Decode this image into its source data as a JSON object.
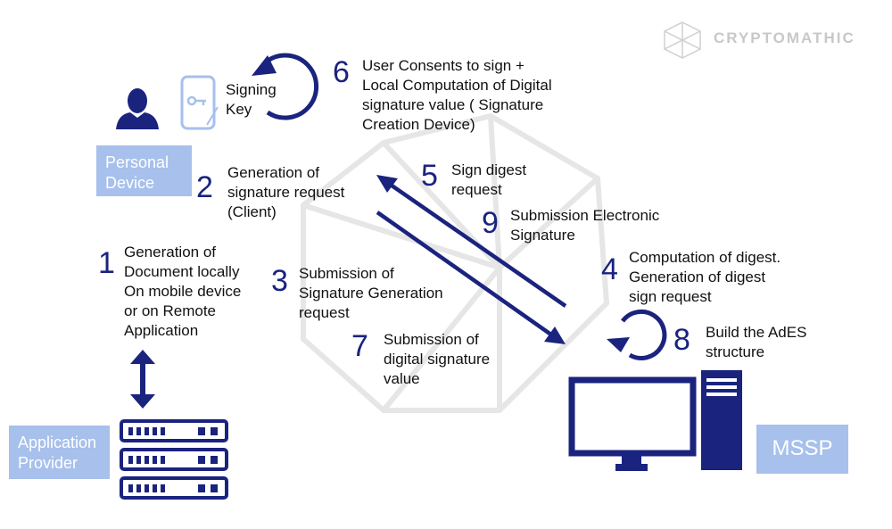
{
  "brand": {
    "name": "CRYPTOMATHIC"
  },
  "colors": {
    "navy": "#1a237e",
    "label_box": "#a7c0ec",
    "watermark": "#e3e3e3"
  },
  "labels": {
    "signing_key": "Signing\nKey",
    "personal_device": "Personal\nDevice",
    "application_provider": "Application\nProvider",
    "mssp": "MSSP"
  },
  "steps": [
    {
      "n": "1",
      "text": "Generation of\nDocument locally\nOn mobile device\nor on Remote\nApplication"
    },
    {
      "n": "2",
      "text": "Generation of\nsignature request\n(Client)"
    },
    {
      "n": "3",
      "text": "Submission of\nSignature Generation\nrequest"
    },
    {
      "n": "4",
      "text": "Computation of digest.\nGeneration of digest\nsign request"
    },
    {
      "n": "5",
      "text": "Sign digest\nrequest"
    },
    {
      "n": "6",
      "text": "User Consents to sign +\nLocal Computation of Digital\nsignature value ( Signature\nCreation Device)"
    },
    {
      "n": "7",
      "text": "Submission of\ndigital signature\nvalue"
    },
    {
      "n": "8",
      "text": "Build the AdES\nstructure"
    },
    {
      "n": "9",
      "text": "Submission Electronic\nSignature"
    }
  ]
}
